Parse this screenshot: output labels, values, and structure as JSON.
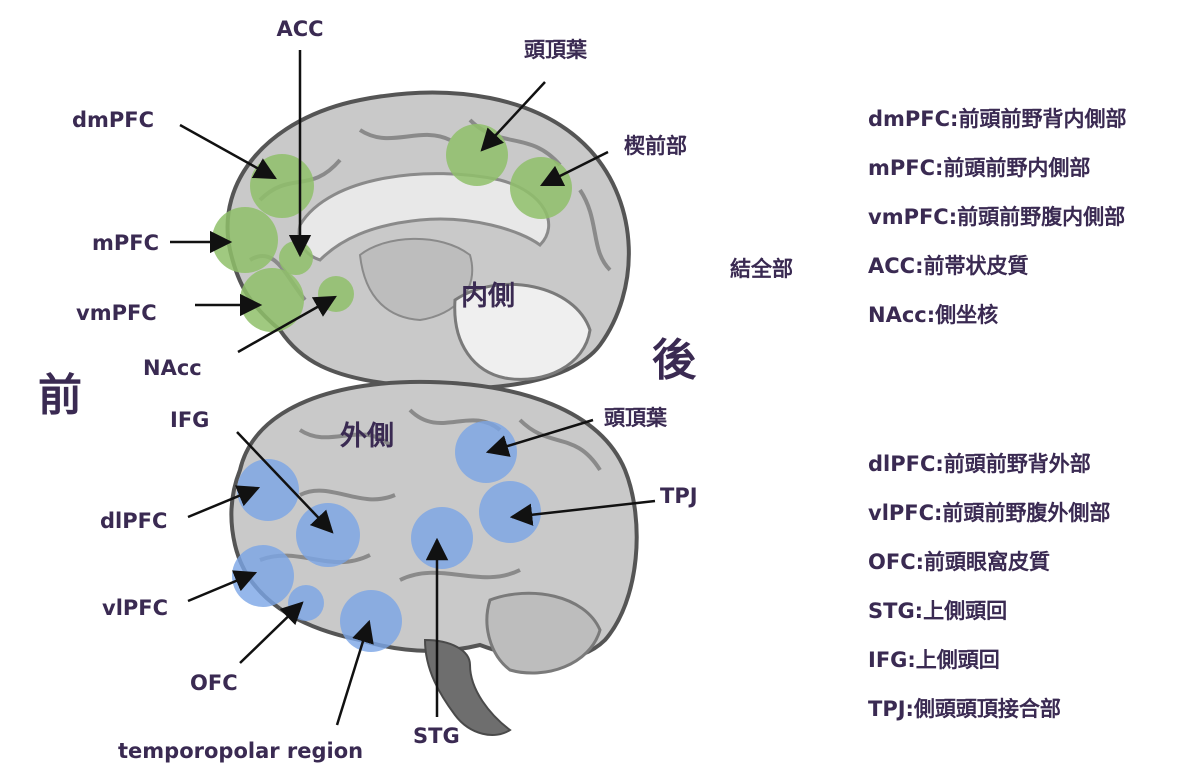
{
  "orientation": {
    "front": "前",
    "back": "後"
  },
  "views": {
    "medial": "内側",
    "lateral": "外側"
  },
  "medial_labels": {
    "acc": "ACC",
    "dmpfc": "dmPFC",
    "mpfc": "mPFC",
    "vmpfc": "vmPFC",
    "nacc": "NAcc",
    "parietal": "頭頂葉",
    "precuneus": "楔前部"
  },
  "lateral_labels": {
    "ifg": "IFG",
    "dlpfc": "dlPFC",
    "vlpfc": "vlPFC",
    "ofc": "OFC",
    "temporopolar": "temporopolar region",
    "stg": "STG",
    "parietal": "頭頂葉",
    "tpj": "TPJ"
  },
  "middle_label": "結全部",
  "legend_medial": [
    "dmPFC:前頭前野背内側部",
    "mPFC:前頭前野内側部",
    "vmPFC:前頭前野腹内側部",
    "ACC:前帯状皮質",
    "NAcc:側坐核"
  ],
  "legend_lateral": [
    "dlPFC:前頭前野背外部",
    "vlPFC:前頭前野腹外側部",
    "OFC:前頭眼窩皮質",
    "STG:上側頭回",
    "IFG:上側頭回",
    "TPJ:側頭頭頂接合部"
  ],
  "colors": {
    "medial_region": "#8fbf6a",
    "lateral_region": "#7aa5e6",
    "text": "#3a2a52",
    "brain_fill": "#c9c9c9",
    "brain_outline": "#555555"
  }
}
